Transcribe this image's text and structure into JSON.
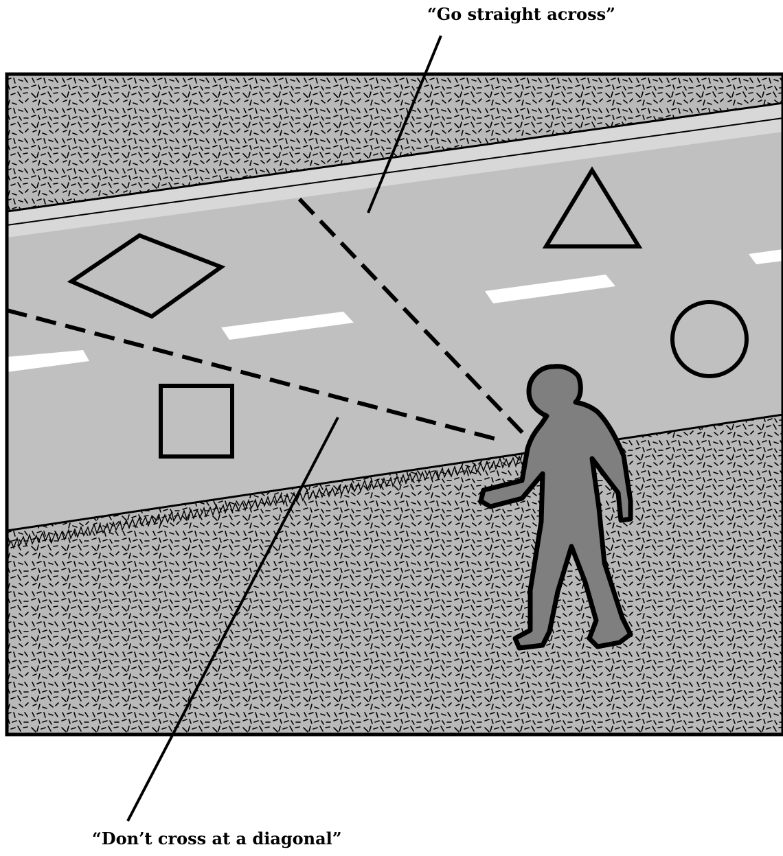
{
  "labels": {
    "top": "“Go straight across”",
    "bottom": "“Don’t cross at a diagonal”"
  },
  "colors": {
    "grass": "#b9b9b9",
    "road": "#c0c0c0",
    "curb": "#d8d8d8",
    "person": "#7f7f7f",
    "ink": "#000000",
    "lane_marking": "#ffffff"
  },
  "scene": {
    "shapes_on_road": [
      "diamond",
      "square",
      "triangle",
      "circle"
    ],
    "paths": [
      "straight-across-path",
      "diagonal-path"
    ]
  }
}
